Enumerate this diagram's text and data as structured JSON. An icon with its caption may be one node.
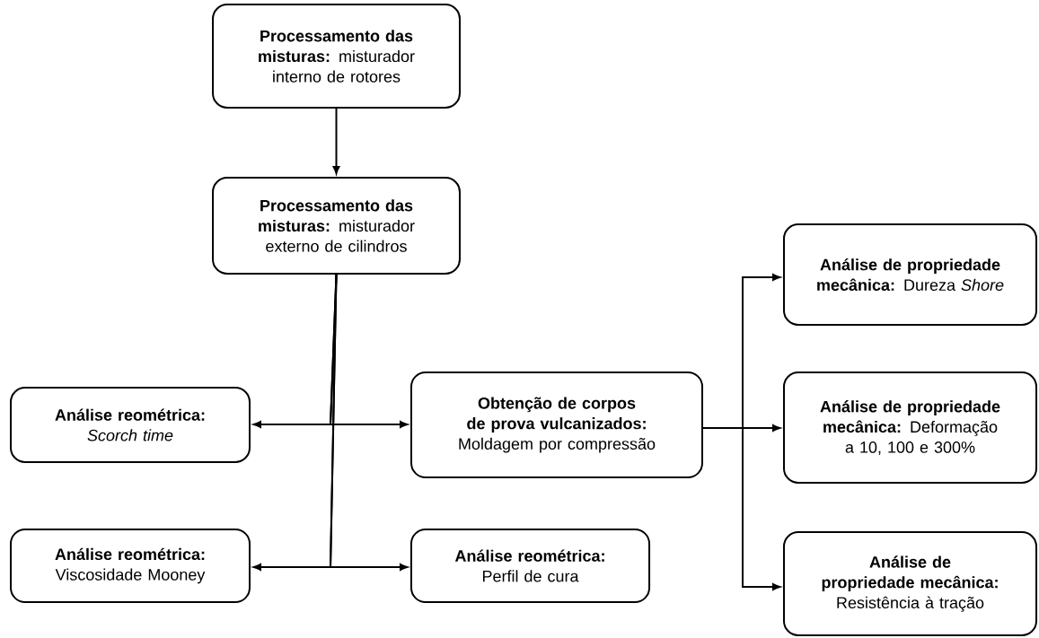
{
  "diagram": {
    "nodes": [
      {
        "text": [
          "**Processamento das misturas:** misturador interno de rotores"
        ]
      },
      {
        "text": [
          "**Processamento das misturas:** misturador externo de cilindros"
        ]
      },
      {
        "text": [
          "**Análise reométrica:** *Scorch time*"
        ]
      },
      {
        "text": [
          "**Obtenção de corpos de prova vulcanizados:** Moldagem por compressão"
        ]
      },
      {
        "text": [
          "**Análise reométrica:** Viscosidade Mooney"
        ]
      },
      {
        "text": [
          "**Análise reométrica:** Perfil de cura"
        ]
      },
      {
        "text": [
          "**Análise de propriedade mecânica:** Dureza *Shore*"
        ]
      },
      {
        "text": [
          "**Análise de propriedade mecânica:** Deformação a 10, 100 e 300%"
        ]
      },
      {
        "text": [
          "**Análise de propriedade mecânica:** Resistência à tração"
        ]
      }
    ],
    "edges": [
      {
        "from": 0,
        "to": 1,
        "arrow": "to"
      },
      {
        "from": 1,
        "to": 2,
        "arrow": "to"
      },
      {
        "from": 1,
        "to": 3,
        "arrow": "to"
      },
      {
        "from": 1,
        "to": 4,
        "arrow": "to"
      },
      {
        "from": 1,
        "to": 5,
        "arrow": "to"
      },
      {
        "from": 3,
        "to": 6,
        "arrow": "to"
      },
      {
        "from": 3,
        "to": 7,
        "arrow": "to"
      },
      {
        "from": 3,
        "to": 8,
        "arrow": "to"
      }
    ]
  }
}
